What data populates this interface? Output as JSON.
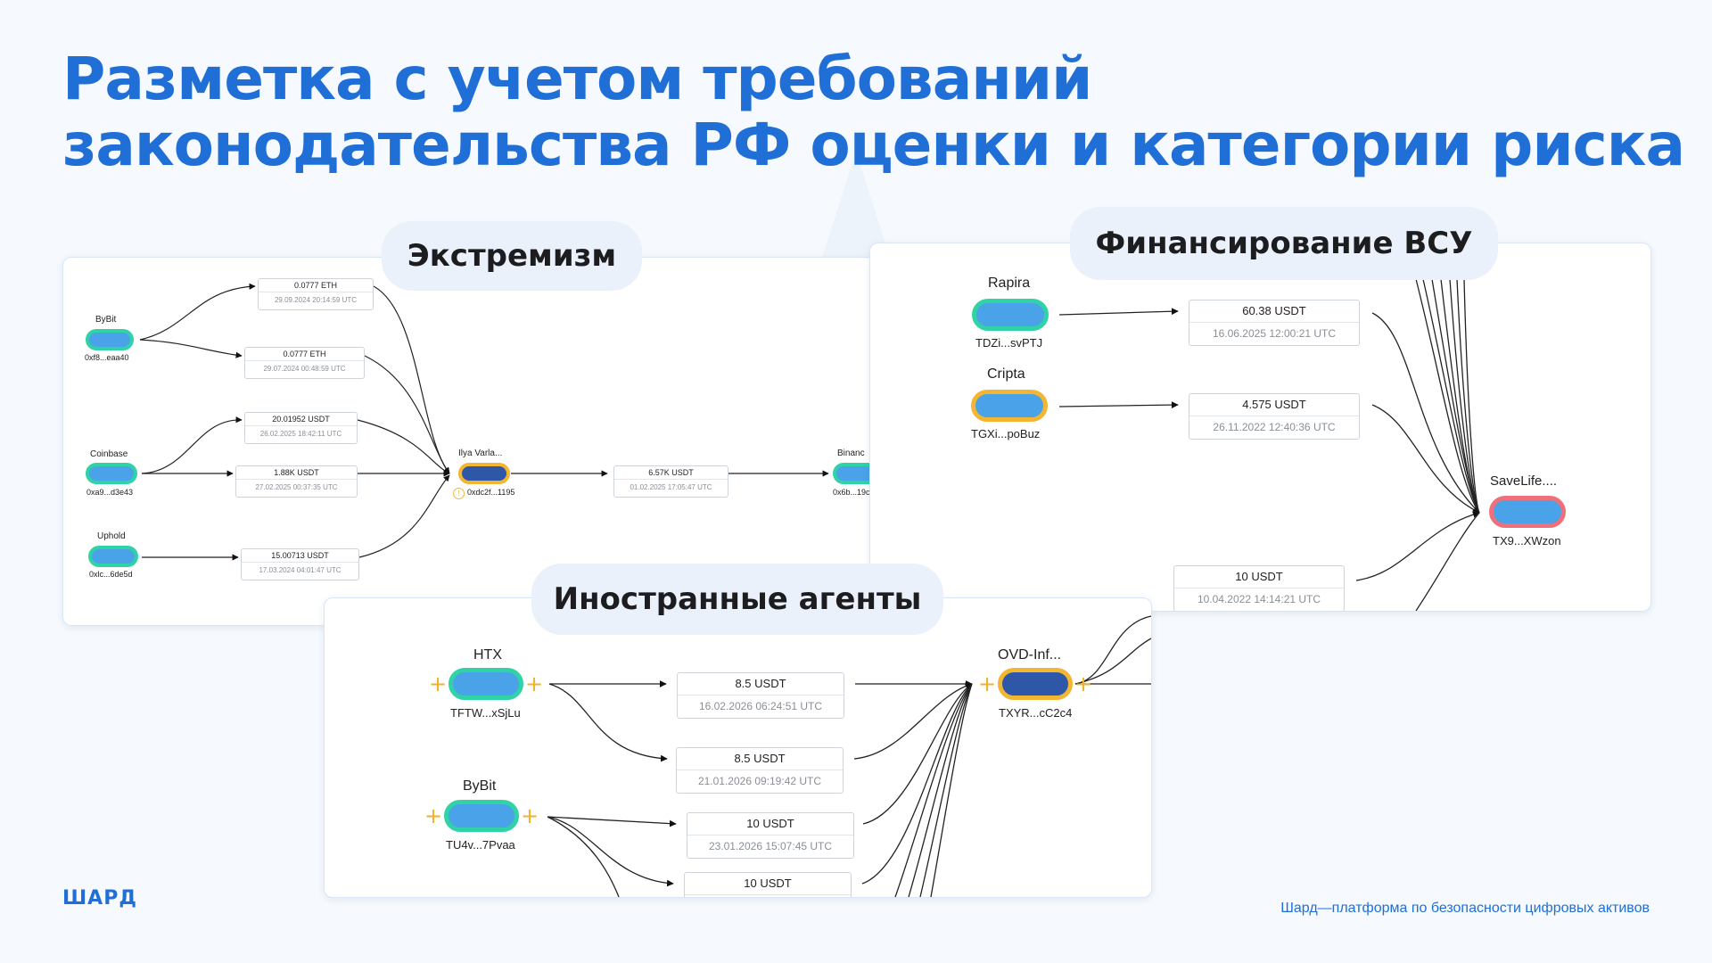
{
  "title": {
    "line1": "Разметка с учетом требований",
    "line2": "законодательства РФ оценки и категории риска"
  },
  "colors": {
    "accent": "#1f6fd6",
    "node_fill": "#4aa3e8",
    "node_border_green": "#2fd3a6",
    "node_border_yellow": "#f2b632",
    "node_border_red": "#ef6f7a",
    "node_fill_dark": "#2f57a8"
  },
  "extremism": {
    "label": "Экстремизм",
    "nodes": {
      "bybit": {
        "name": "ByBit",
        "address": "0xf8...eaa40"
      },
      "coinbase": {
        "name": "Coinbase",
        "address": "0xa9...d3e43"
      },
      "uphold": {
        "name": "Uphold",
        "address": "0xlc...6de5d"
      },
      "ilya": {
        "name": "Ilya Varla...",
        "address": "0xdc2f...1195"
      },
      "binance": {
        "name": "Binanc",
        "address": "0x6b...19c"
      }
    },
    "transactions": [
      {
        "amount": "0.0777 ETH",
        "date": "29.09.2024 20:14:59 UTC"
      },
      {
        "amount": "0.0777 ETH",
        "date": "29.07.2024 00:48:59 UTC"
      },
      {
        "amount": "20.01952 USDT",
        "date": "26.02.2025 18:42:11 UTC"
      },
      {
        "amount": "1.88K USDT",
        "date": "27.02.2025 00:37:35 UTC"
      },
      {
        "amount": "15.00713 USDT",
        "date": "17.03.2024 04:01:47 UTC"
      },
      {
        "amount": "6.57K USDT",
        "date": "01.02.2025 17:05:47 UTC"
      }
    ]
  },
  "financing": {
    "label": "Финансирование ВСУ",
    "nodes": {
      "rapira": {
        "name": "Rapira",
        "address": "TDZi...svPTJ"
      },
      "cripta": {
        "name": "Cripta",
        "address": "TGXi...poBuz"
      },
      "savelife": {
        "name": "SaveLife....",
        "address": "TX9...XWzon"
      }
    },
    "transactions": [
      {
        "amount": "60.38 USDT",
        "date": "16.06.2025 12:00:21 UTC"
      },
      {
        "amount": "4.575 USDT",
        "date": "26.11.2022 12:40:36 UTC"
      },
      {
        "amount": "10 USDT",
        "date": "10.04.2022 14:14:21 UTC"
      }
    ]
  },
  "foreign_agents": {
    "label": "Иностранные агенты",
    "nodes": {
      "htx": {
        "name": "HTX",
        "address": "TFTW...xSjLu"
      },
      "bybit": {
        "name": "ByBit",
        "address": "TU4v...7Pvaa"
      },
      "ovd": {
        "name": "OVD-Inf...",
        "address": "TXYR...cC2c4"
      }
    },
    "transactions": [
      {
        "amount": "8.5 USDT",
        "date": "16.02.2026 06:24:51 UTC"
      },
      {
        "amount": "8.5 USDT",
        "date": "21.01.2026 09:19:42 UTC"
      },
      {
        "amount": "10 USDT",
        "date": "23.01.2026 15:07:45 UTC"
      },
      {
        "amount": "10 USDT",
        "date": ""
      }
    ]
  },
  "footer": {
    "logo": "ШАРД",
    "tagline": "Шард—платформа по безопасности цифровых активов"
  }
}
